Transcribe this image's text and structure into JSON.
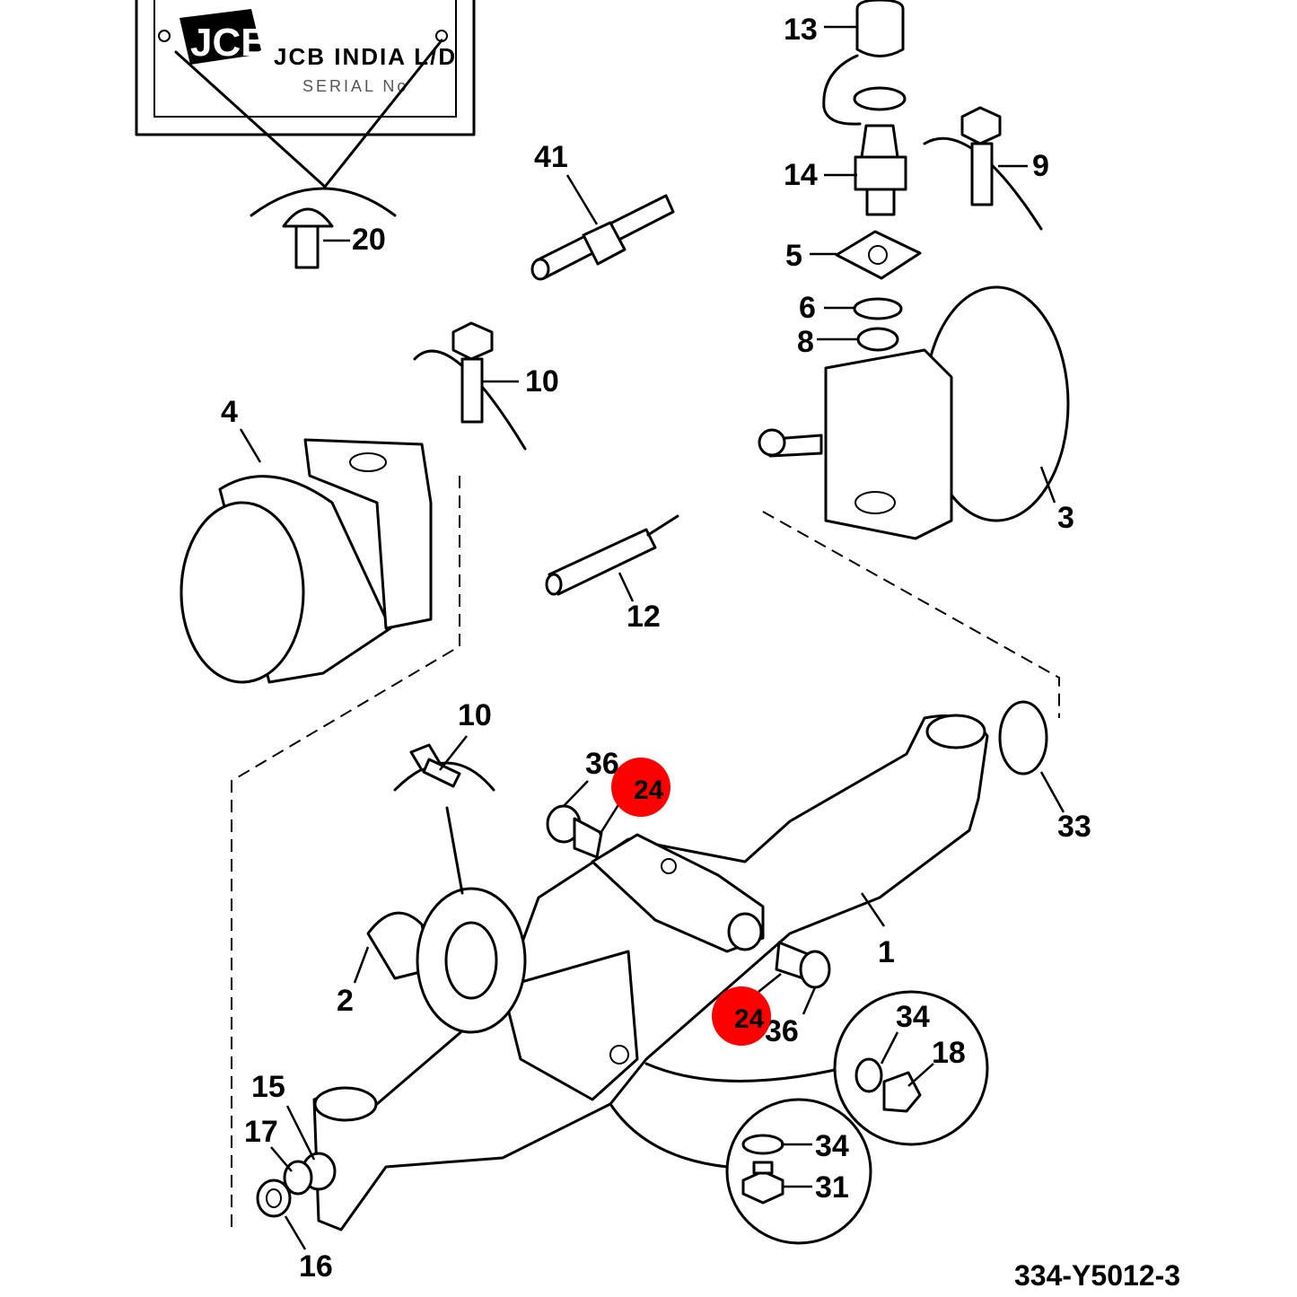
{
  "plate": {
    "logo": "JCB",
    "title": "JCB INDIA L/D",
    "serial": "SERIAL No"
  },
  "callouts": {
    "c1": "1",
    "c2": "2",
    "c3": "3",
    "c4": "4",
    "c5": "5",
    "c6": "6",
    "c8": "8",
    "c9": "9",
    "c10a": "10",
    "c10b": "10",
    "c12": "12",
    "c13": "13",
    "c14": "14",
    "c15": "15",
    "c16": "16",
    "c17": "17",
    "c18": "18",
    "c20": "20",
    "c31": "31",
    "c33": "33",
    "c34a": "34",
    "c34b": "34",
    "c36a": "36",
    "c36b": "36",
    "c41": "41"
  },
  "highlights": [
    {
      "label": "24",
      "color": "#ff0000"
    },
    {
      "label": "24",
      "color": "#ff0000"
    }
  ],
  "reference": "334-Y5012-3"
}
